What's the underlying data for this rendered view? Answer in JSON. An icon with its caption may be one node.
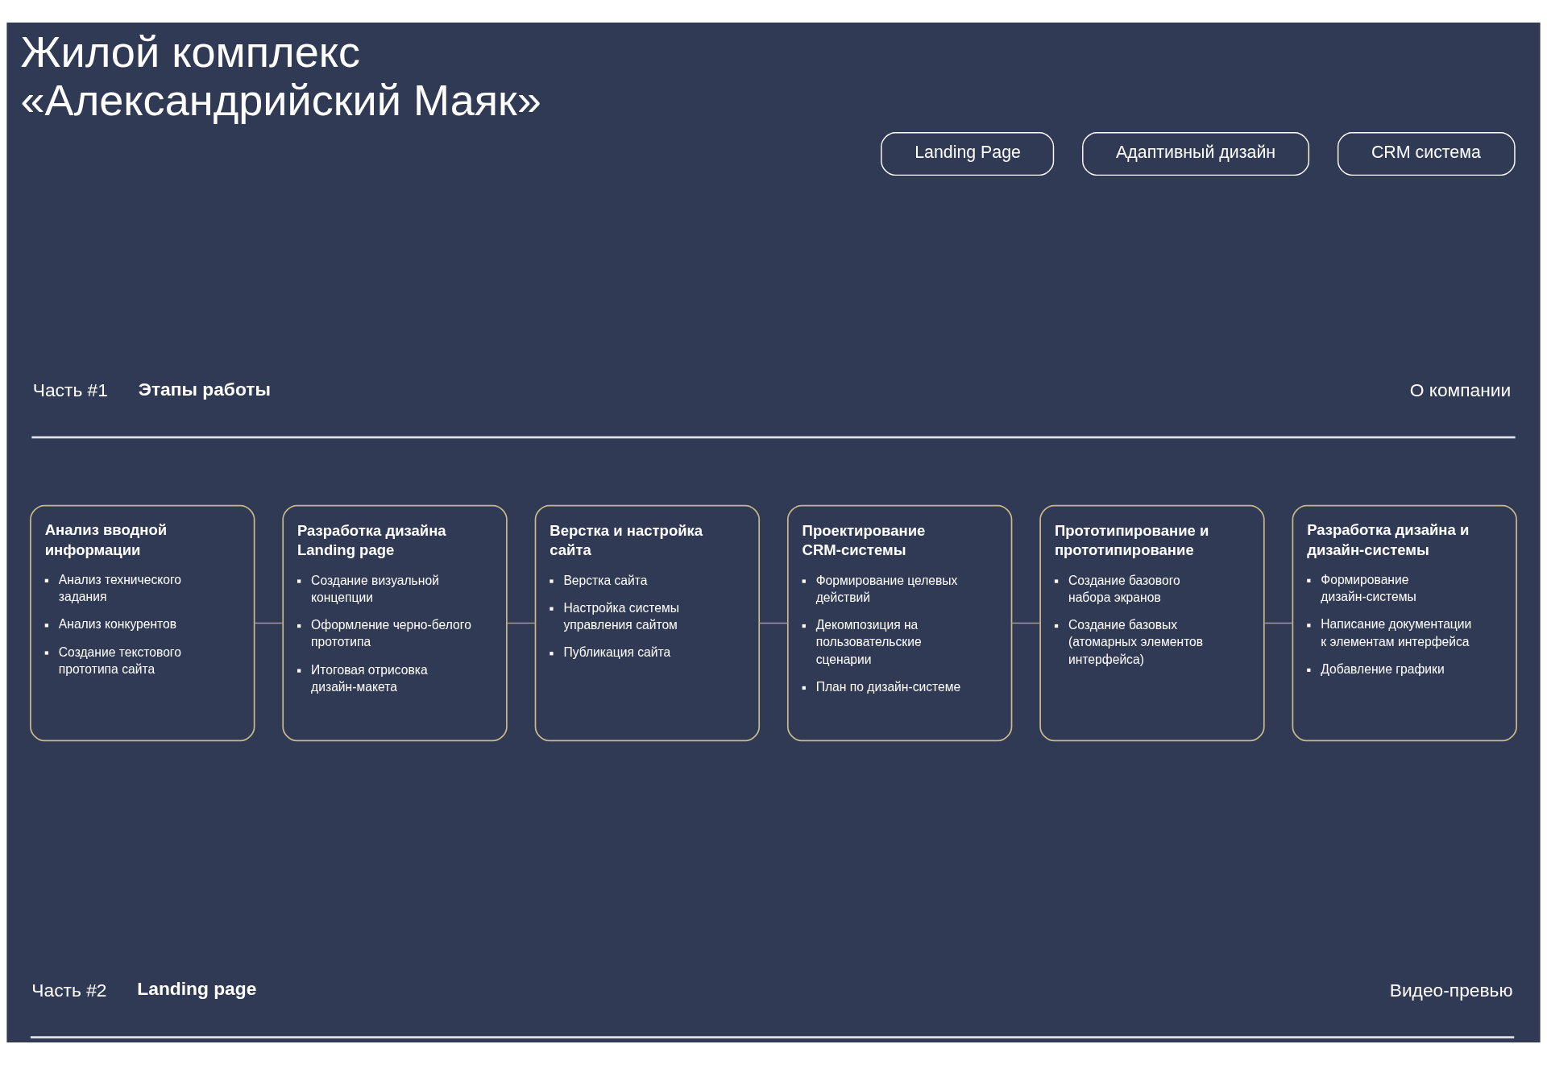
{
  "diagram": {
    "title": "Жилой комплекс «Александрийский Маяк»",
    "nodes": [
      {
        "text": [
          "Landing Page"
        ]
      },
      {
        "text": [
          "Адаптивный дизайн"
        ]
      },
      {
        "text": [
          "CRM система"
        ]
      },
      {
        "text": [
          "Анализ вводной информации",
          "Анализ технического задания",
          "Анализ конкурентов",
          "Создание текстового прототипа сайта"
        ]
      },
      {
        "text": [
          "Разработка дизайна Landing page",
          "Создание визуальной концепции",
          "Оформление черно-белого прототипа",
          "Итоговая отрисовка дизайн-макета"
        ]
      },
      {
        "text": [
          "Верстка и настройка сайта",
          "Верстка сайта",
          "Настройка системы управления сайтом",
          "Публикация сайта"
        ]
      },
      {
        "text": [
          "Проектирование CRM-системы",
          "Формирование целевых действий",
          "Декомпозиция на пользовательские сценарии",
          "План по дизайн-системе"
        ]
      },
      {
        "text": [
          "Прототипирование и прототипирование",
          "Создание базового набора экранов",
          "Создание базовых (атомарных элементов интерфейса)"
        ]
      },
      {
        "text": [
          "Разработка дизайна и дизайн-системы",
          "Формирование дизайн-системы",
          "Написание документации к элементам интерфейса",
          "Добавление графики"
        ]
      }
    ],
    "edges": [
      {
        "from": 3,
        "to": 4,
        "arrow": "none"
      },
      {
        "from": 4,
        "to": 5,
        "arrow": "none"
      },
      {
        "from": 5,
        "to": 6,
        "arrow": "none"
      },
      {
        "from": 6,
        "to": 7,
        "arrow": "none"
      },
      {
        "from": 7,
        "to": 8,
        "arrow": "none"
      }
    ],
    "labels": [
      "Часть #1",
      "Этапы работы",
      "О компании",
      "Часть #2",
      "Landing page",
      "Видео-превью"
    ]
  }
}
